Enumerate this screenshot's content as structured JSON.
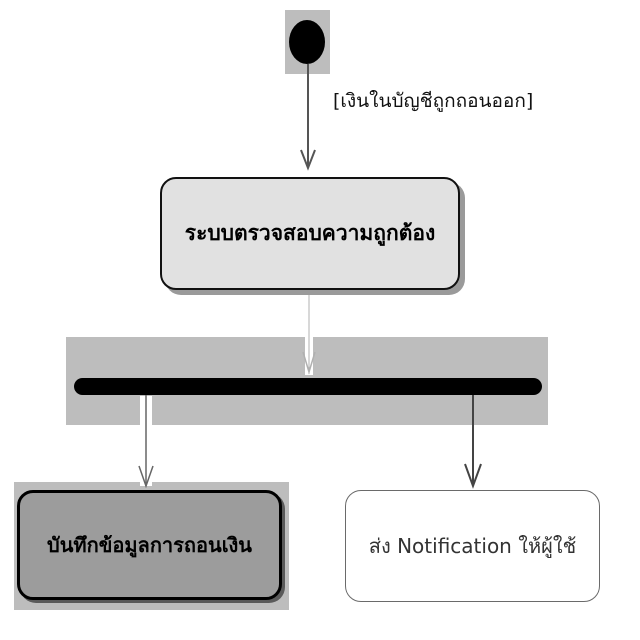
{
  "diagram": {
    "guard_label": "[เงินในบัญชีถูกถอนออก]",
    "actions": {
      "check": "ระบบตรวจสอบความถูกต้อง",
      "save_record": "บันทึกข้อมูลการถอนเงิน",
      "notify": "ส่ง Notification ให้ผู้ใช้"
    }
  }
}
